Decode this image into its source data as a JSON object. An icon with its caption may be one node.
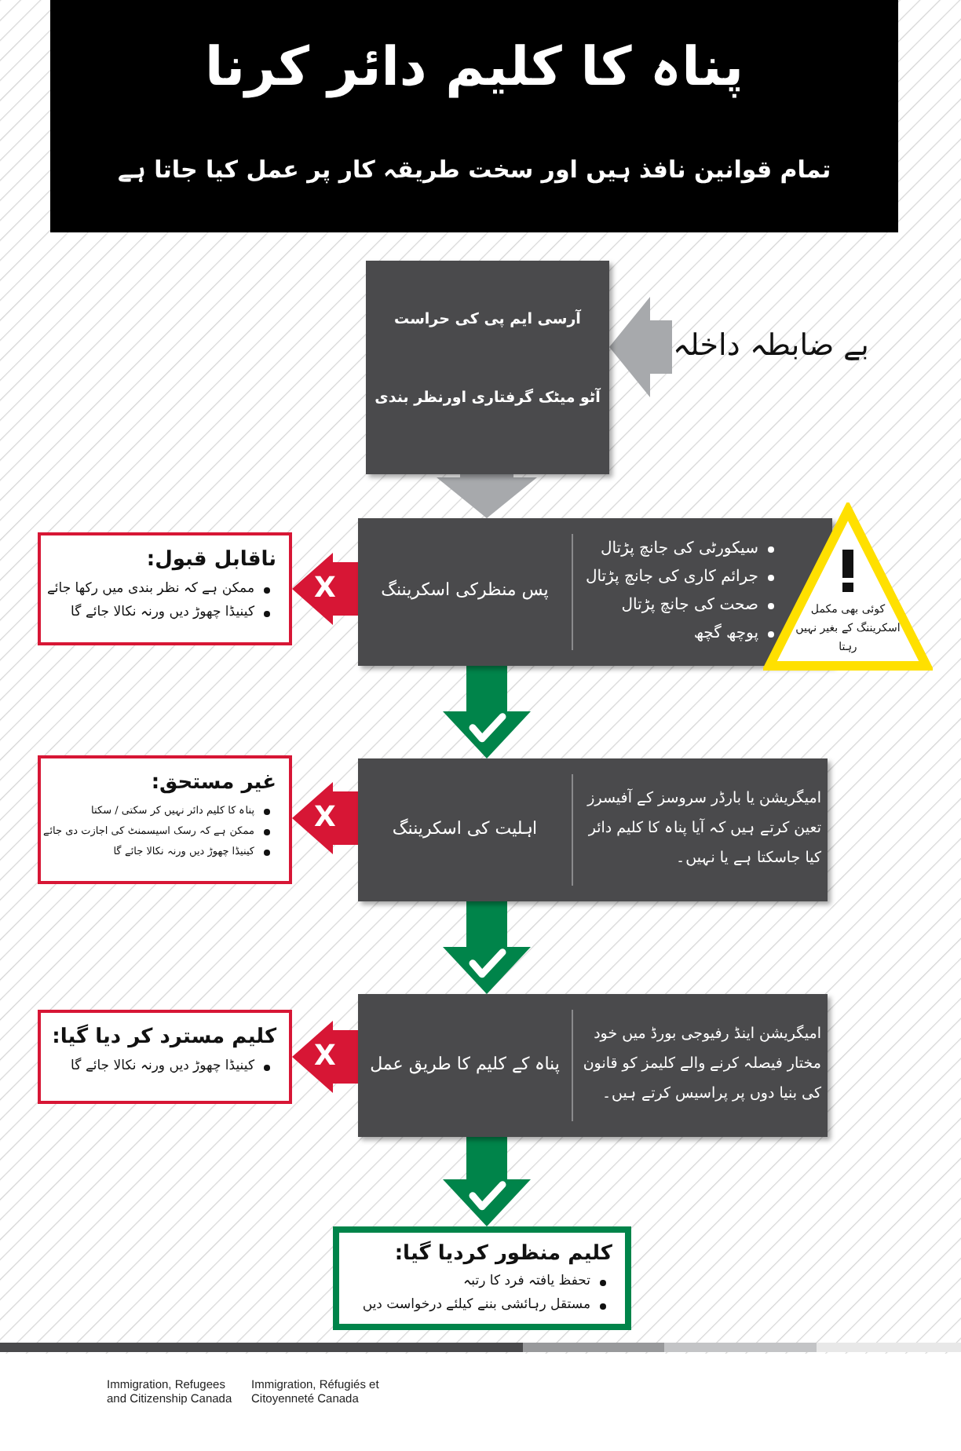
{
  "diagram": {
    "title": "پناہ کا کلیم دائر کرنا",
    "nodes": [
      {
        "text": [
          "آرسی ایم پی کی حراست",
          "آٹو میٹک گرفتاری اورنظر بندی"
        ]
      },
      {
        "text": [
          "بے ضابطہ داخلہ"
        ]
      },
      {
        "text": [
          "پس منظرکی اسکریننگ",
          "سیکورٹی کی جانچ پڑتال",
          "جرائم کاری کی جانچ پڑتال",
          "صحت کی جانچ پڑتال",
          "پوچھ گچھ"
        ]
      },
      {
        "text": [
          "کوئی بھی مکمل اسکریننگ کے بغیر نہیں رہتا"
        ]
      },
      {
        "text": [
          "ناقابل قبول:",
          "ممکن ہے کہ نظر بندی میں رکھا جائے",
          "کینیڈا چھوڑ دیں ورنہ نکالا جائے گا"
        ]
      },
      {
        "text": [
          "امیگریشن یا بارڈر سروسز کے آفیسرز تعین کرتے ہیں کہ آیا پناہ کا کلیم دائر کیا جاسکتا ہے یا نہیں۔",
          "اہلیت کی اسکریننگ"
        ]
      },
      {
        "text": [
          "غیر مستحق:",
          "پناہ کا کلیم دائر نہیں کر سکتی / سکتا",
          "ممکن ہے کہ رسک اسیسمنٹ کی اجازت دی جائے",
          "کینیڈا چھوڑ دیں ورنہ نکالا جائے گا"
        ]
      },
      {
        "text": [
          "امیگریشن اینڈ رفیوجی بورڈ میں خود مختار فیصلہ کرنے والے کلیمز کو قانون کی بنیا دوں پر پراسیس کرتے ہیں۔",
          "پناہ کے کلیم کا طریق عمل"
        ]
      },
      {
        "text": [
          "کلیم مسترد کر دیا گیا:",
          "کینیڈا چھوڑ دیں ورنہ نکالا جائے گا"
        ]
      },
      {
        "text": [
          "کلیم منظور کردیا گیا:",
          "تحفظ یافتہ فرد کا رتبہ",
          "مستقل رہائشی بننے کیلئے درخواست دیں"
        ]
      }
    ],
    "edges": [
      {
        "from": 1,
        "to": 0,
        "arrow": "to",
        "color": "#a7a9ac"
      },
      {
        "from": 0,
        "to": 2,
        "arrow": "to",
        "color": "#a7a9ac"
      },
      {
        "from": 2,
        "to": 4,
        "arrow": "to",
        "label": "X",
        "color": "#d71635"
      },
      {
        "from": 2,
        "to": 5,
        "arrow": "to",
        "color": "#00844a"
      },
      {
        "from": 5,
        "to": 6,
        "arrow": "to",
        "label": "X",
        "color": "#d71635"
      },
      {
        "from": 5,
        "to": 7,
        "arrow": "to",
        "color": "#00844a"
      },
      {
        "from": 7,
        "to": 8,
        "arrow": "to",
        "label": "X",
        "color": "#d71635"
      },
      {
        "from": 7,
        "to": 9,
        "arrow": "to",
        "color": "#00844a"
      }
    ],
    "labels": [
      "تمام قوانین نافذ ہیں اور سخت طریقہ کار پر عمل کیا جاتا ہے",
      "Immigration, Refugees and Citizenship Canada",
      "Immigration, Réfugiés et Citoyenneté Canada"
    ]
  }
}
